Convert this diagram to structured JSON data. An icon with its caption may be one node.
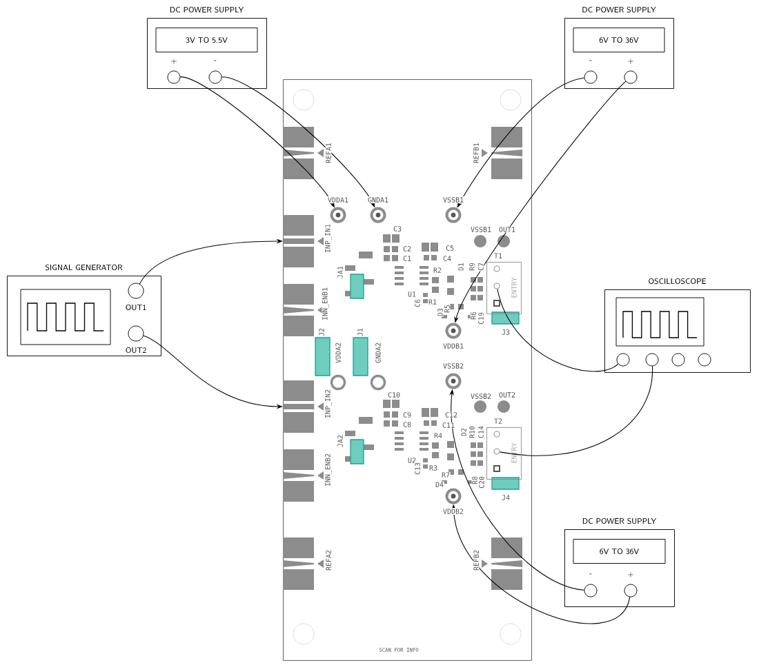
{
  "diagram": {
    "nodes": [
      {
        "text": [
          "DC POWER SUPPLY",
          "3V TO 5.5V"
        ]
      },
      {
        "text": [
          "+"
        ],
        "in": 0
      },
      {
        "text": [
          "-"
        ],
        "in": 0
      },
      {
        "text": [
          "DC POWER SUPPLY",
          "6V TO 36V"
        ]
      },
      {
        "text": [
          "-"
        ],
        "in": 3
      },
      {
        "text": [
          "+"
        ],
        "in": 3
      },
      {
        "text": [],
        "shape": "box"
      },
      {
        "text": [
          "VDDA1"
        ],
        "in": 6
      },
      {
        "text": [
          "GNDA1"
        ],
        "in": 6
      },
      {
        "text": [
          "VSSB1"
        ],
        "in": 6
      },
      {
        "text": [
          "INP_IN1"
        ],
        "in": 6
      },
      {
        "text": [
          "T1",
          "ENTRY"
        ],
        "in": 6
      },
      {
        "text": [],
        "shape": "circle",
        "in": 11
      },
      {
        "text": [
          "VDDB1"
        ],
        "in": 6
      },
      {
        "text": [
          "INP_IN2"
        ],
        "in": 6
      },
      {
        "text": [
          "VSSB2"
        ],
        "in": 6
      },
      {
        "text": [
          "T2",
          "ENTRY"
        ],
        "in": 6
      },
      {
        "text": [],
        "shape": "circle",
        "in": 16
      },
      {
        "text": [
          "VDDB2"
        ],
        "in": 6
      },
      {
        "text": [
          "SIGNAL GENERATOR"
        ]
      },
      {
        "text": [
          "OUT1"
        ],
        "in": 19
      },
      {
        "text": [
          "OUT2"
        ],
        "in": 19
      },
      {
        "text": [
          "OSCILLOSCOPE"
        ]
      },
      {
        "text": [],
        "shape": "circle",
        "in": 22
      },
      {
        "text": [],
        "shape": "circle",
        "in": 22
      },
      {
        "text": [],
        "shape": "circle",
        "in": 22
      },
      {
        "text": [],
        "shape": "circle",
        "in": 22
      },
      {
        "text": [
          "DC POWER SUPPLY",
          "6V TO 36V"
        ]
      },
      {
        "text": [
          "-"
        ],
        "in": 27
      },
      {
        "text": [
          "+"
        ],
        "in": 27
      },
      {
        "text": [
          "VDDA2"
        ],
        "in": 6
      },
      {
        "text": [
          "GNDA2"
        ],
        "in": 6
      }
    ],
    "edges": [
      {
        "from": 1,
        "to": 7,
        "arrow": "to"
      },
      {
        "from": 2,
        "to": 8,
        "arrow": "to"
      },
      {
        "from": 4,
        "to": 9,
        "arrow": "to"
      },
      {
        "from": 5,
        "to": 13,
        "arrow": "to"
      },
      {
        "from": 20,
        "to": 10,
        "arrow": "to"
      },
      {
        "from": 21,
        "to": 14,
        "arrow": "to"
      },
      {
        "from": 12,
        "to": 23,
        "arrow": "none"
      },
      {
        "from": 17,
        "to": 24,
        "arrow": "none"
      },
      {
        "from": 28,
        "to": 15,
        "arrow": "to"
      },
      {
        "from": 29,
        "to": 18,
        "arrow": "to"
      }
    ],
    "labels": [
      "REFA1",
      "REFB1",
      "C3",
      "VSSB1",
      "OUT1",
      "C2",
      "C5",
      "C1",
      "C4",
      "R2",
      "D1",
      "R9",
      "C7",
      "JA1",
      "U1",
      "C6",
      "R1",
      "D3",
      "R5",
      "R6",
      "C19",
      "INN_ENB1",
      "J3",
      "J2",
      "J1",
      "C10",
      "VSSB2",
      "OUT2",
      "C9",
      "C12",
      "C8",
      "C11",
      "R4",
      "D2",
      "R10",
      "C14",
      "JA2",
      "U2",
      "C13",
      "R3",
      "R7",
      "D4",
      "R8",
      "C20",
      "INN_ENB2",
      "J4",
      "REFA2",
      "REFB2",
      "SCAN FOR INFO"
    ]
  }
}
